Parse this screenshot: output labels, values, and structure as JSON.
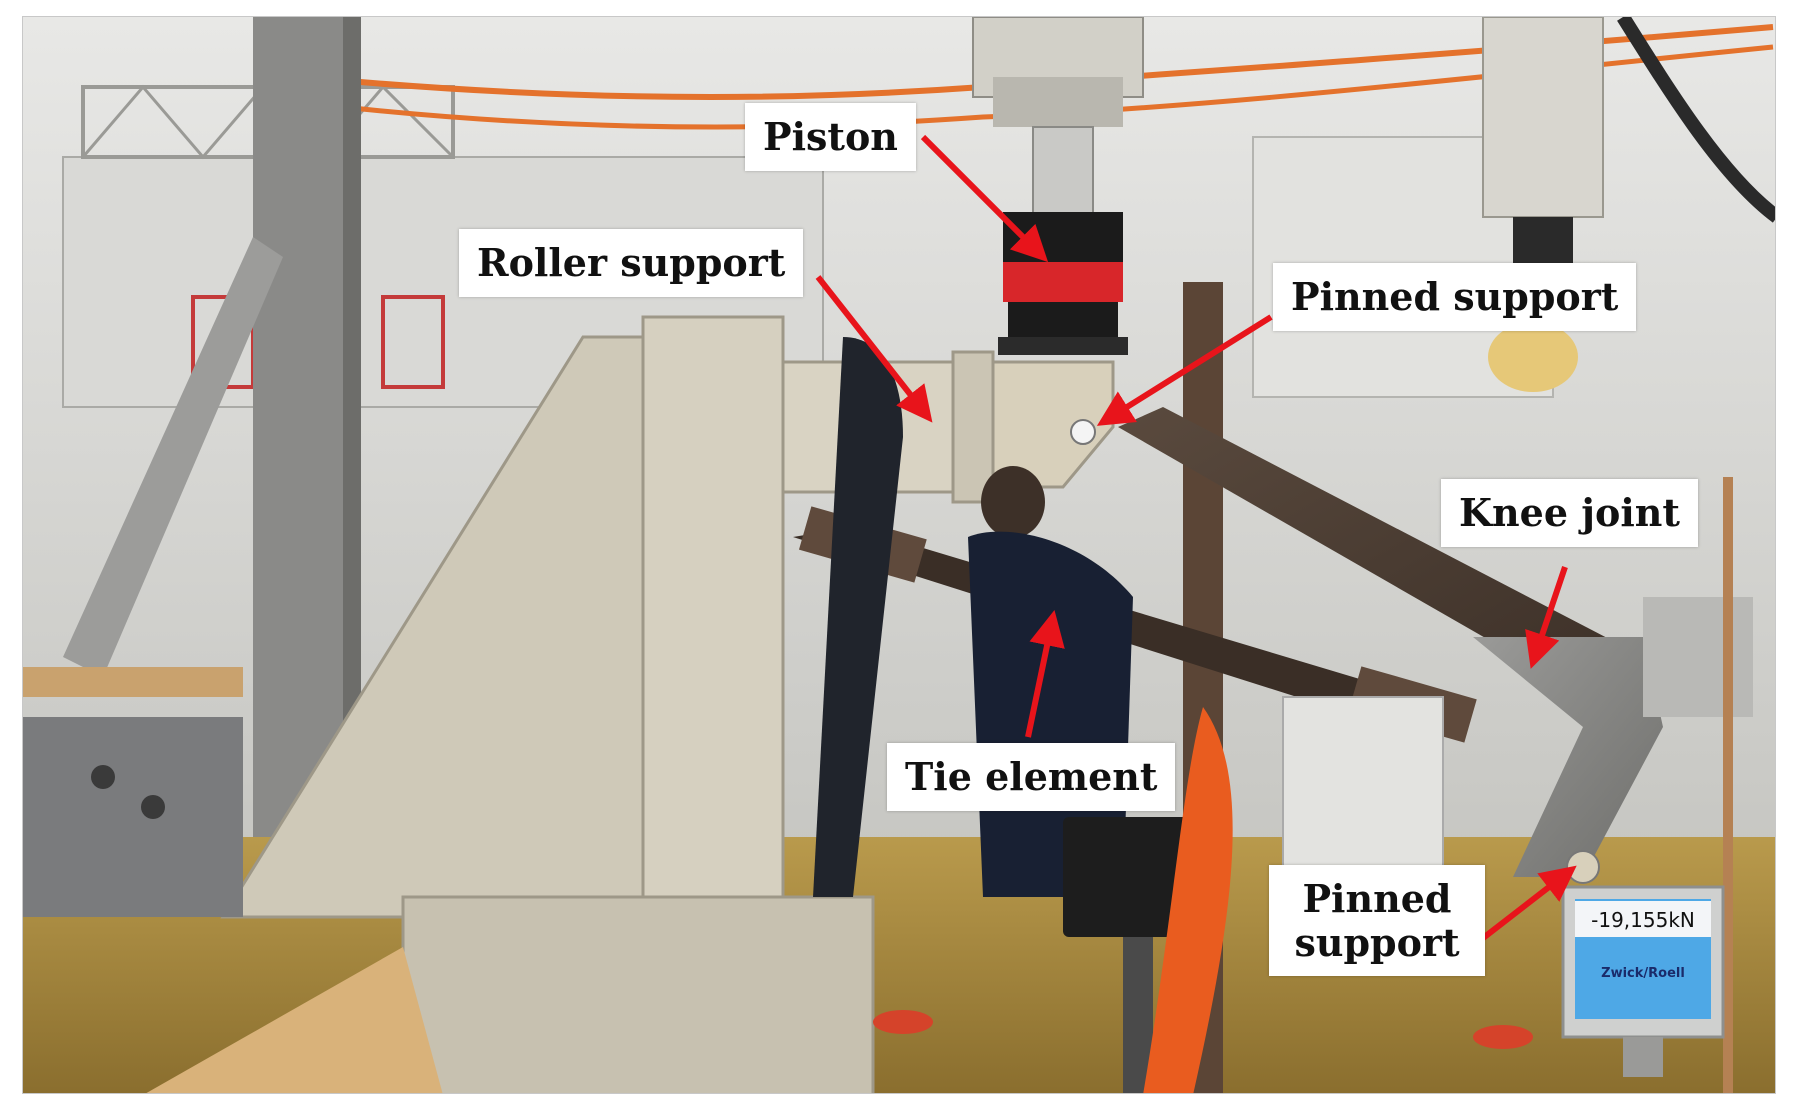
{
  "labels": {
    "piston": "Piston",
    "roller_support": "Roller support",
    "pinned_support_top": "Pinned support",
    "knee_joint": "Knee joint",
    "tie_element": "Tie element",
    "pinned_support_bottom_line1": "Pinned",
    "pinned_support_bottom_line2": "support"
  },
  "force_display": {
    "reading": "-19,155kN",
    "brand": "Zwick/Roell"
  },
  "colors": {
    "arrow": "#e8141b",
    "label_bg": "#ffffff",
    "frame_beige": "#cfc9b8",
    "piston_red": "#d8262a",
    "floor": "#c9a24a",
    "display_bg": "#4ea8e6"
  }
}
